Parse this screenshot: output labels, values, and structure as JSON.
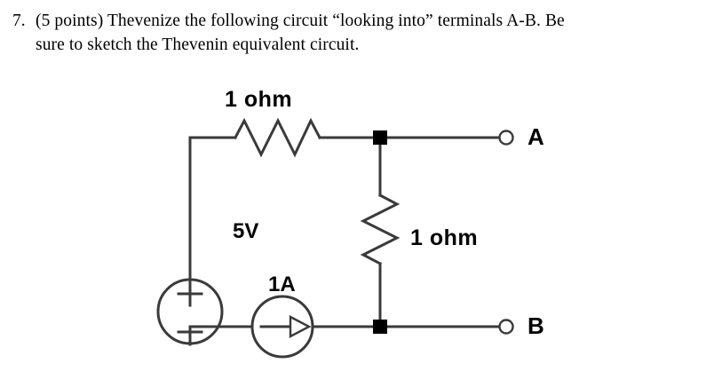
{
  "problem": {
    "number": "7.",
    "line1": "(5 points) Thevenize the following circuit “looking into” terminals A-B. Be",
    "line2": "sure to sketch the Thevenin equivalent circuit."
  },
  "circuit": {
    "title": "Thevenin circuit with 5V source, 1A source and two 1 ohm resistors",
    "labels": {
      "resistor_top": "1 ohm",
      "resistor_middle": "1 ohm",
      "voltage_source": "5V",
      "current_source": "1A",
      "terminal_a": "A",
      "terminal_b": "B"
    },
    "components": {
      "voltage_source_polarity_plus": "+",
      "voltage_source_polarity_minus": "−"
    },
    "colors": {
      "wire": "#3a3a3a",
      "ink": "#000000",
      "background": "#ffffff"
    }
  }
}
